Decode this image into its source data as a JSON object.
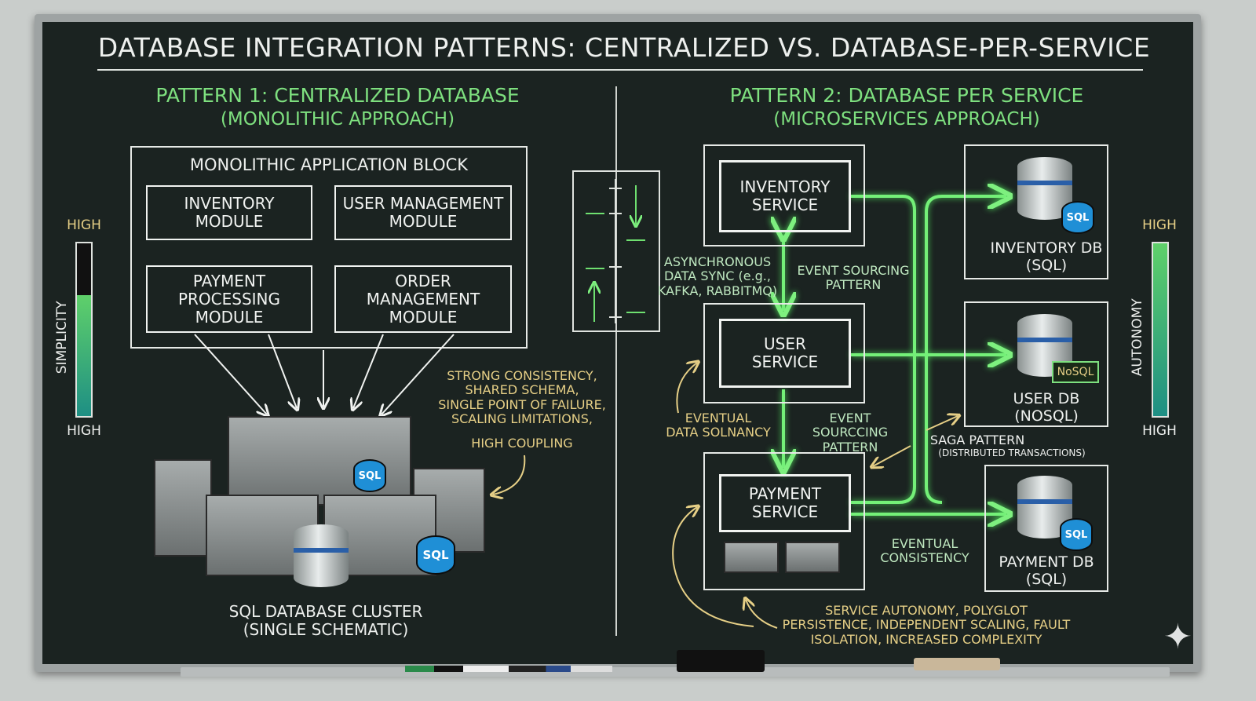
{
  "title": "DATABASE INTEGRATION PATTERNS: CENTRALIZED VS. DATABASE-PER-SERVICE",
  "pattern1": {
    "heading": "PATTERN 1: CENTRALIZED DATABASE",
    "subheading": "(MONOLITHIC APPROACH)",
    "block_title": "MONOLITHIC APPLICATION BLOCK",
    "modules": [
      "INVENTORY\nMODULE",
      "USER MANAGEMENT\nMODULE",
      "PAYMENT\nPROCESSING\nMODULE",
      "ORDER\nMANAGEMENT\nMODULE"
    ],
    "cluster_label": "SQL DATABASE CLUSTER\n(SINGLE SCHEMATIC)",
    "badges": [
      "SQL",
      "SQL"
    ],
    "notes": "STRONG CONSISTENCY,\nSHARED SCHEMA,\nSINGLE POINT OF FAILURE,\nSCALING LIMITATIONS,",
    "notes2": "HIGH COUPLING",
    "meter": {
      "label": "SIMPLICITY",
      "top": "HIGH",
      "bottom": "HIGH",
      "level": 0.7
    }
  },
  "pattern2": {
    "heading": "PATTERN 2: DATABASE PER SERVICE",
    "subheading": "(MICROSERVICES APPROACH)",
    "services": [
      "INVENTORY\nSERVICE",
      "USER\nSERVICE",
      "PAYMENT\nSERVICE"
    ],
    "databases": [
      {
        "label": "INVENTORY DB\n(SQL)",
        "badge": "SQL"
      },
      {
        "label": "USER DB\n(NOSQL)",
        "badge": "NoSQL"
      },
      {
        "label": "PAYMENT DB\n(SQL)",
        "badge": "SQL"
      }
    ],
    "annotations": {
      "async": "ASYNCHRONOUS\nDATA SYNC (e.g.,\nKAFKA, RABBITMQ)",
      "event1": "EVENT SOURCING\nPATTERN",
      "event2": "EVENT SOURCCING\nPATTERN",
      "eventual_data": "EVENTUAL\nDATA SOLNANCY",
      "saga": "SAGA PATTERN",
      "saga_sub": "(DISTRIBUTED TRANSACTIONS)",
      "eventual": "EVENTUAL\nCONSISTENCY",
      "summary": "SERVICE AUTONOMY, POLYGLOT\nPERSISTENCE, INDEPENDENT SCALING, FAULT\nISOLATION, INCREASED COMPLEXITY"
    },
    "meter": {
      "label": "AUTONOMY",
      "top": "HIGH",
      "bottom": "HIGH",
      "level": 1.0
    }
  },
  "colors": {
    "board": "#1b2321",
    "accent_green": "#7ee07f",
    "note_yellow": "#e6cf86",
    "chalk": "#eef0ee"
  }
}
